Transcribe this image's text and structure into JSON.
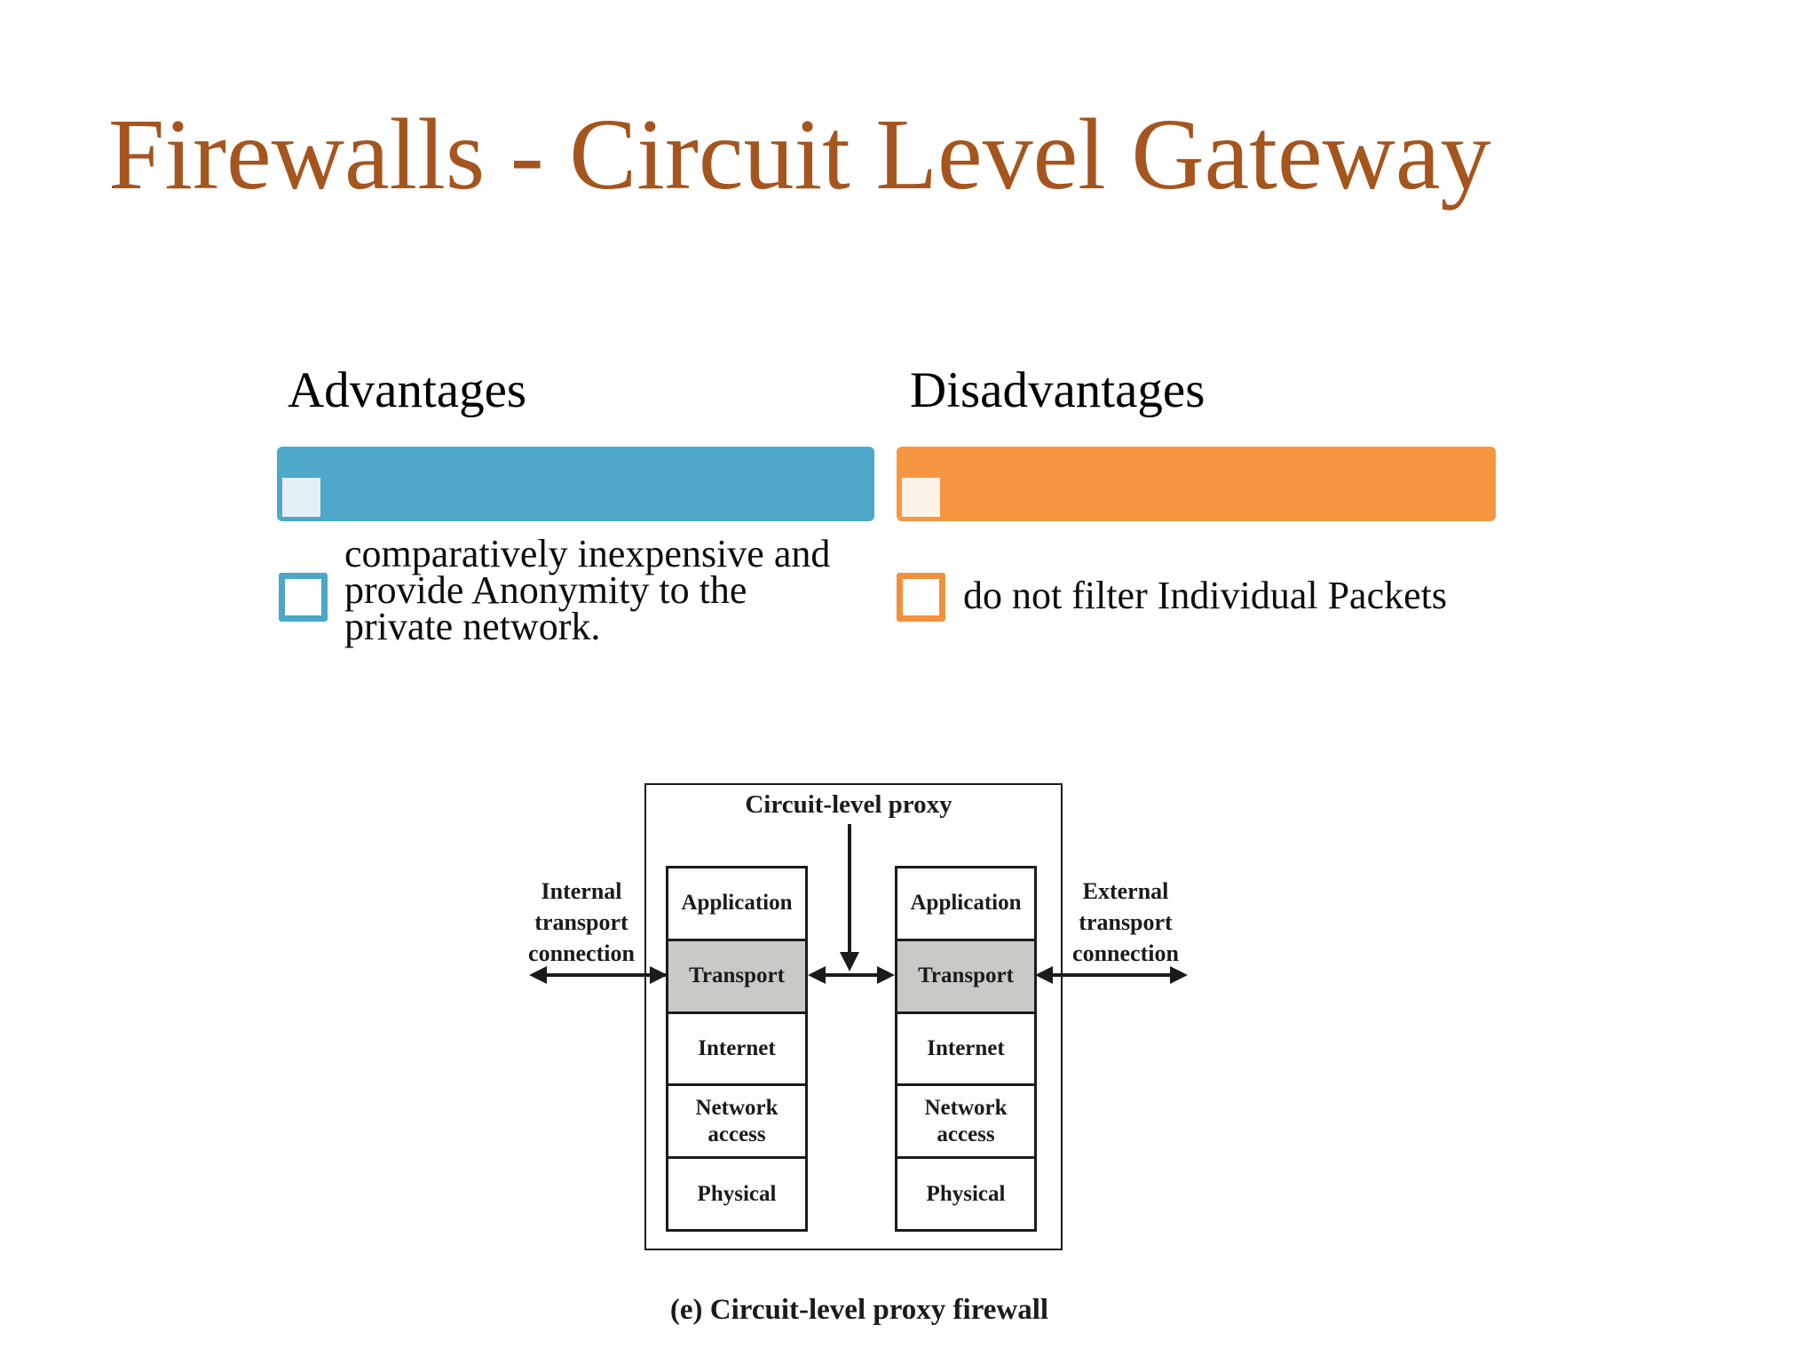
{
  "slide": {
    "title": "Firewalls - Circuit Level Gateway",
    "title_color": "#A5551E",
    "background_color": "#FFFFFF"
  },
  "advantages": {
    "heading": "Advantages",
    "bar_color": "#4DA8CA",
    "bar_chip_color": "#E3F1F7",
    "checkbox_border_color": "#4BA7C6",
    "item_lines": [
      "comparatively inexpensive and",
      "provide Anonymity to the",
      "private network."
    ]
  },
  "disadvantages": {
    "heading": "Disadvantages",
    "bar_color": "#F79641",
    "bar_chip_color": "#FCF3E8",
    "checkbox_border_color": "#F0913C",
    "item": "do not filter Individual Packets"
  },
  "diagram": {
    "top_label": "Circuit-level proxy",
    "left_label_lines": [
      "Internal",
      "transport",
      "connection"
    ],
    "right_label_lines": [
      "External",
      "transport",
      "connection"
    ],
    "layers": [
      "Application",
      "Transport",
      "Internet",
      "Network access",
      "Physical"
    ],
    "highlighted_layer": "Transport",
    "highlight_color": "#C9CAC6",
    "line_color": "#1b1b1b",
    "caption": "(e) Circuit-level proxy firewall"
  }
}
